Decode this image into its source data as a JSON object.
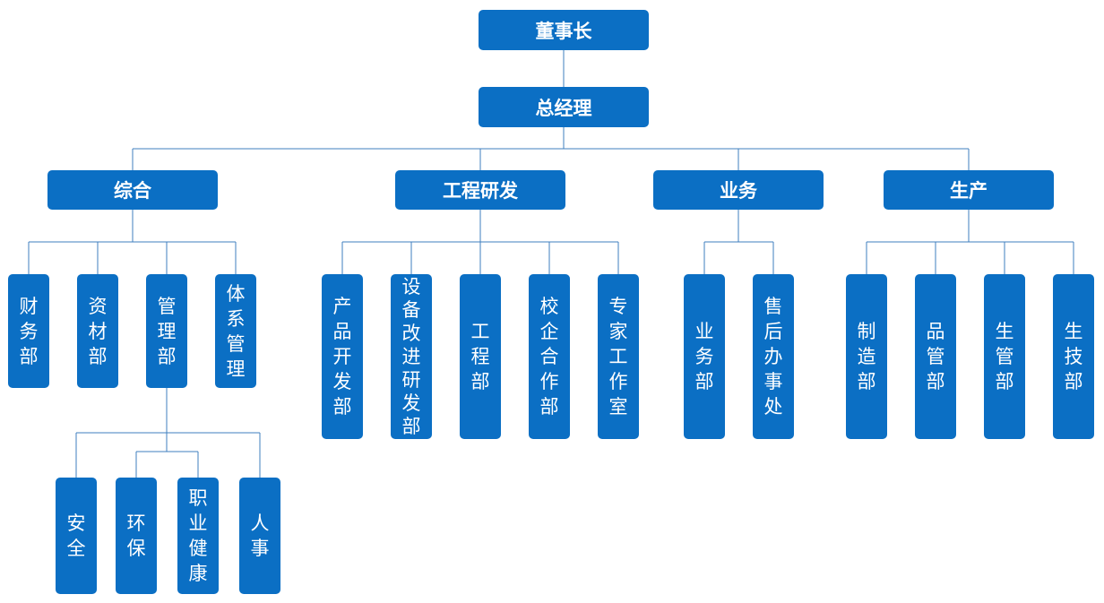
{
  "chairman": "董事长",
  "general_manager": "总经理",
  "divisions": {
    "admin": "综合",
    "engineering": "工程研发",
    "business": "业务",
    "production": "生产"
  },
  "departments": {
    "finance": "财务部",
    "materials": "资材部",
    "management": "管理部",
    "system_mgmt": "体系管理",
    "product_dev": "产品开发部",
    "equipment_rd": "设备改进研发部",
    "engineering": "工程部",
    "school_enterprise": "校企合作部",
    "expert_office": "专家工作室",
    "business": "业务部",
    "after_sales": "售后办事处",
    "manufacturing": "制造部",
    "quality_mgmt": "品管部",
    "production_mgmt": "生管部",
    "production_tech": "生技部"
  },
  "management_units": {
    "safety": "安全",
    "environment": "环保",
    "occupational_health": "职业健康",
    "personnel": "人事"
  }
}
